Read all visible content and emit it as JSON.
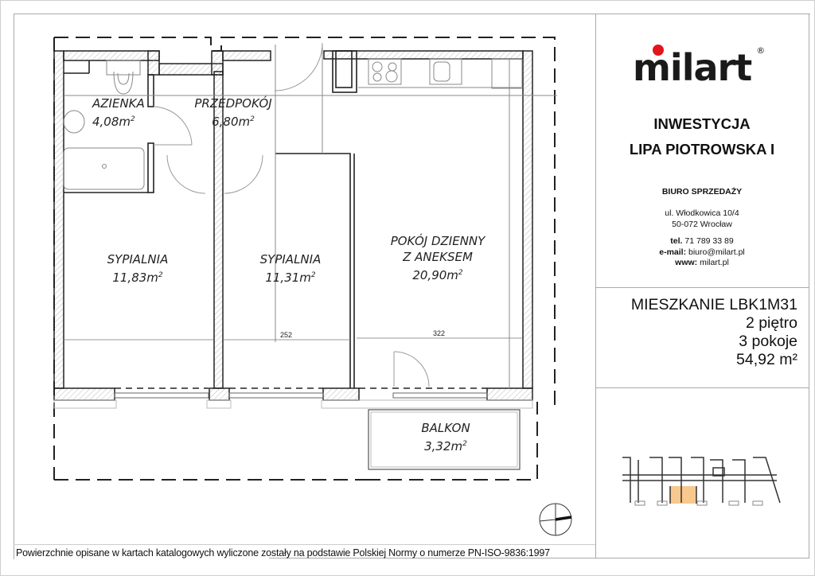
{
  "brand": {
    "logo_text": "milart",
    "registered_mark": "®",
    "accent_color": "#e3141c"
  },
  "project": {
    "line1": "INWESTYCJA",
    "line2": "LIPA PIOTROWSKA I"
  },
  "sales_office": {
    "heading": "BIURO SPRZEDAŻY",
    "address_line1": "ul. Włodkowica 10/4",
    "address_line2": "50-072 Wrocław",
    "tel_label": "tel.",
    "tel_value": " 71 789 33 89",
    "email_label": "e-mail:",
    "email_value": " biuro@milart.pl",
    "www_label": "www:",
    "www_value": " milart.pl"
  },
  "apartment": {
    "name": "MIESZKANIE LBK1M31",
    "floor": "2 piętro",
    "rooms": "3 pokoje",
    "area": "54,92 m²"
  },
  "rooms": [
    {
      "name": "AZIENKA",
      "area": "4,08m",
      "sup": "2"
    },
    {
      "name": "PRZEDPOKÓJ",
      "area": "6,80m",
      "sup": "2"
    },
    {
      "name": "SYPIALNIA",
      "area": "11,83m",
      "sup": "2"
    },
    {
      "name": "SYPIALNIA",
      "area": "11,31m",
      "sup": "2"
    },
    {
      "name_line1": "POKÓJ DZIENNY",
      "name_line2": "Z ANEKSEM",
      "area": "20,90m",
      "sup": "2"
    },
    {
      "name": "BALKON",
      "area": "3,32m",
      "sup": "2"
    }
  ],
  "dimensions": {
    "bedroom2_width": "252",
    "living_width": "322"
  },
  "keymap": {
    "highlight_color": "#f7c98f"
  },
  "footnote": "Powierzchnie opisane w kartach katalogowych wyliczone zostały na podstawie  Polskiej Normy o numerze PN-ISO-9836:1997"
}
